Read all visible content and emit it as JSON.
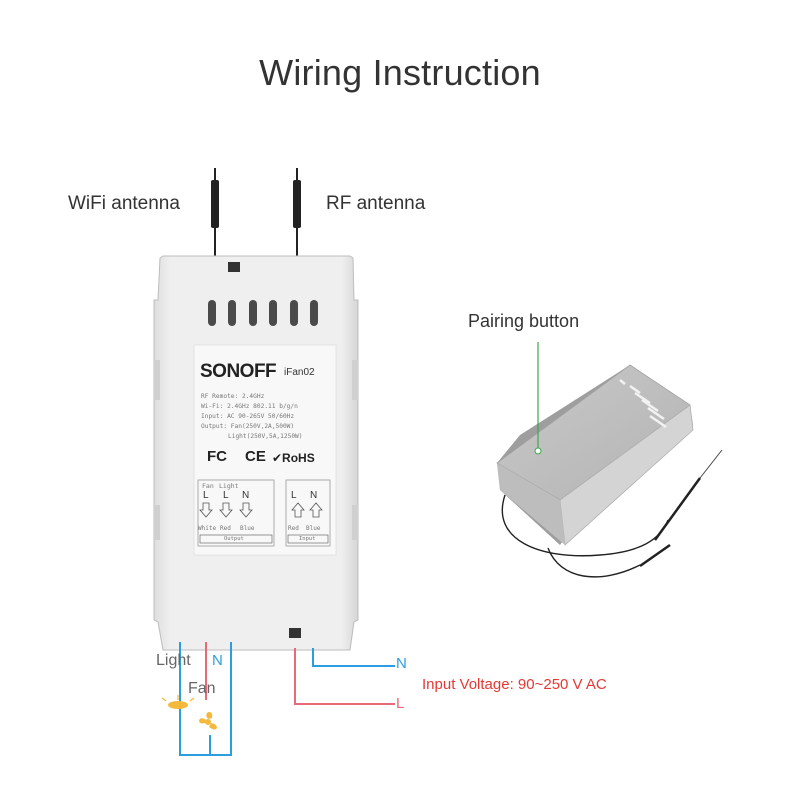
{
  "title": "Wiring Instruction",
  "labels": {
    "wifi_antenna": "WiFi antenna",
    "rf_antenna": "RF antenna",
    "pairing_button": "Pairing button",
    "light": "Light",
    "fan": "Fan",
    "n_output": "N",
    "n_input": "N",
    "l_input": "L",
    "input_voltage": "Input Voltage: 90~250 V AC"
  },
  "device": {
    "brand": "SONOFF",
    "model": "iFan02",
    "spec_lines": [
      "RF Remote: 2.4GHz",
      "Wi-Fi: 2.4GHz  802.11 b/g/n",
      "Input: AC 90-265V  50/60Hz",
      "Output: Fan(250V,2A,500W)",
      "Light(250V,5A,1250W)"
    ],
    "certs": [
      "FC",
      "CE",
      "✔RoHS"
    ],
    "output_terminals": {
      "group_labels": [
        "Fan",
        "Light"
      ],
      "letters": [
        "L",
        "L",
        "N"
      ],
      "colors": [
        "White",
        "Red",
        "Blue"
      ],
      "caption": "Output"
    },
    "input_terminals": {
      "letters": [
        "L",
        "N"
      ],
      "colors": [
        "Red",
        "Blue"
      ],
      "caption": "Input"
    }
  },
  "colors": {
    "neutral_wire": "#2a9ee0",
    "live_wire": "#e86a78",
    "voltage_text": "#e53935",
    "pairing_marker": "#3aa84a",
    "device_body": "#ececec"
  }
}
